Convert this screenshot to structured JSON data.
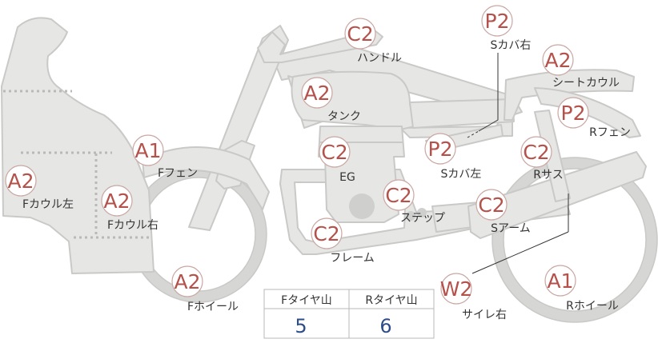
{
  "colors": {
    "body_fill": "#e6e6e4",
    "body_stroke": "#c9c9c7",
    "grade_red": "#b5514b",
    "badge_stroke": "#c9a7a4",
    "tire_value": "#2d4d8a",
    "label_text": "#333333"
  },
  "parts": [
    {
      "id": "handle",
      "grade": "C2",
      "label": "ハンドル"
    },
    {
      "id": "side-cover-r",
      "grade": "P2",
      "label": "Sカバ右"
    },
    {
      "id": "seat-cowl",
      "grade": "A2",
      "label": "シートカウル"
    },
    {
      "id": "tank",
      "grade": "A2",
      "label": "タンク"
    },
    {
      "id": "rear-fender",
      "grade": "P2",
      "label": "Rフェン"
    },
    {
      "id": "front-fender",
      "grade": "A1",
      "label": "Fフェン"
    },
    {
      "id": "engine",
      "grade": "C2",
      "label": "EG"
    },
    {
      "id": "side-cover-l",
      "grade": "P2",
      "label": "Sカバ左"
    },
    {
      "id": "rear-sus",
      "grade": "C2",
      "label": "Rサス"
    },
    {
      "id": "front-cowl-l",
      "grade": "A2",
      "label": "Fカウル左"
    },
    {
      "id": "front-cowl-r",
      "grade": "A2",
      "label": "Fカウル右"
    },
    {
      "id": "step",
      "grade": "C2",
      "label": "ステップ"
    },
    {
      "id": "swing-arm",
      "grade": "C2",
      "label": "Sアーム"
    },
    {
      "id": "frame",
      "grade": "C2",
      "label": "フレーム"
    },
    {
      "id": "front-wheel",
      "grade": "A2",
      "label": "Fホイール"
    },
    {
      "id": "muffler-r",
      "grade": "W2",
      "label": "サイレ右"
    },
    {
      "id": "rear-wheel",
      "grade": "A1",
      "label": "Rホイール"
    }
  ],
  "tire_table": {
    "headers": [
      "Fタイヤ山",
      "Rタイヤ山"
    ],
    "values": [
      "5",
      "6"
    ]
  }
}
